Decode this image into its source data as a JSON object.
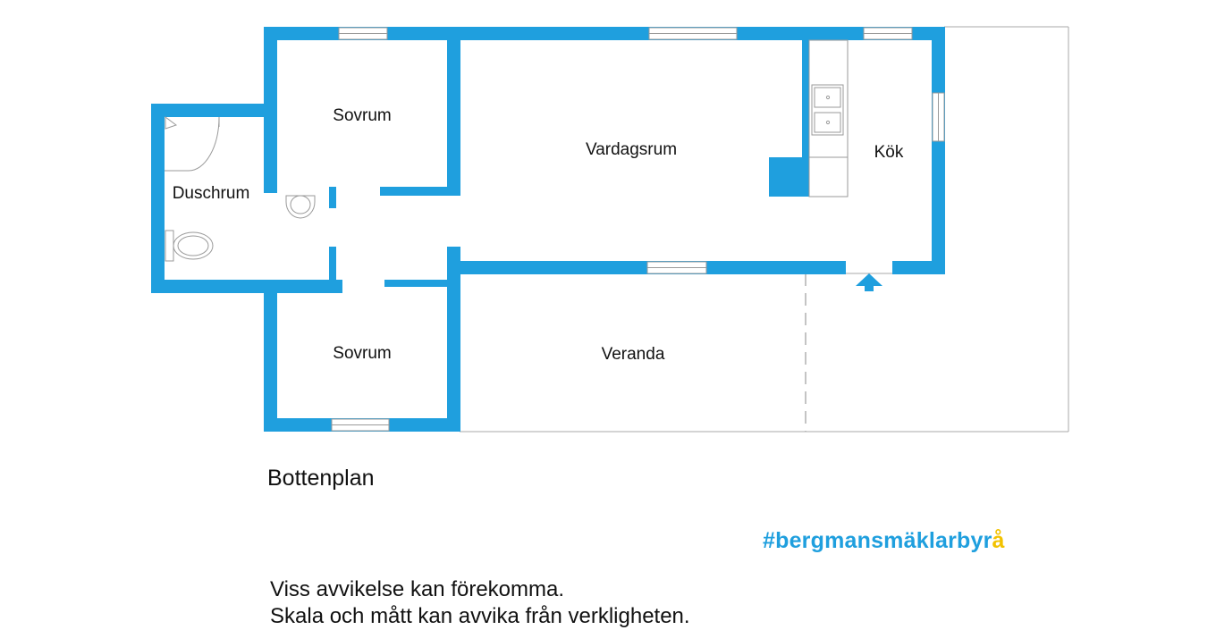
{
  "plan": {
    "rooms": {
      "bedroom_upper": "Sovrum",
      "living_room": "Vardagsrum",
      "kitchen": "Kök",
      "shower_room": "Duschrum",
      "bedroom_lower": "Sovrum",
      "veranda": "Veranda"
    },
    "caption": "Bottenplan",
    "wall_color": "#1f9fde"
  },
  "brand": {
    "text": "#bergmansmäklarbyr",
    "accent_letter": "å",
    "color": "#1f9fde",
    "accent_color": "#f2c200"
  },
  "disclaimer": {
    "line1": "Viss avvikelse kan förekomma.",
    "line2": "Skala och mått kan avvika från verkligheten."
  }
}
